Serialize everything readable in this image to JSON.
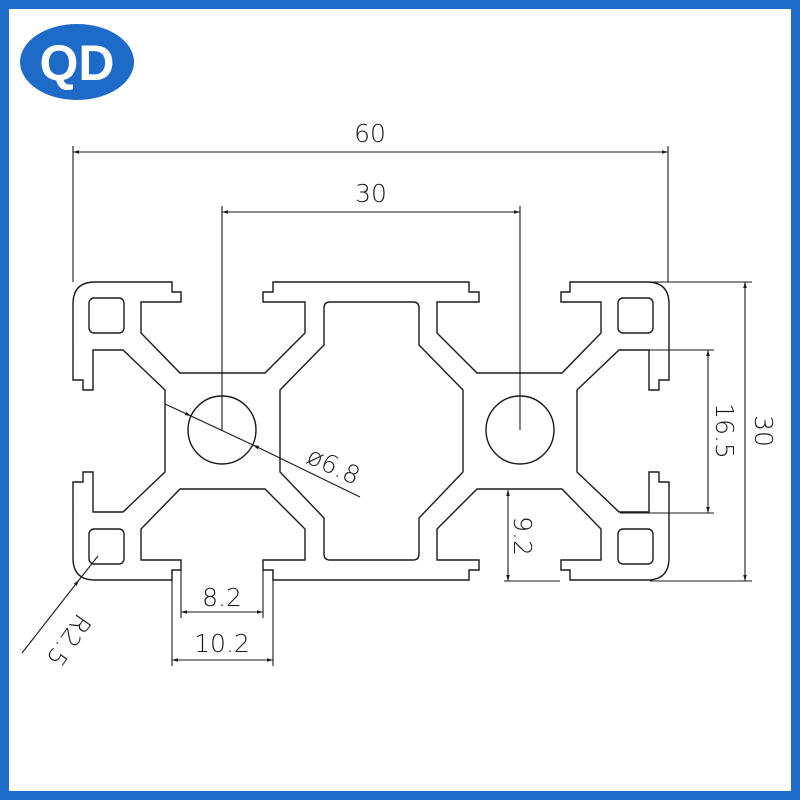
{
  "logo": {
    "text": "QD",
    "color": "#1d6ac9"
  },
  "dimensions": {
    "overall_width": "60",
    "hole_spacing": "30",
    "height": "30",
    "inner_height": "16.5",
    "slot_depth": "9.2",
    "slot_opening": "8.2",
    "slot_lip_width": "10.2",
    "hole_diameter": "ø6.8",
    "corner_radius": "R2.5"
  }
}
